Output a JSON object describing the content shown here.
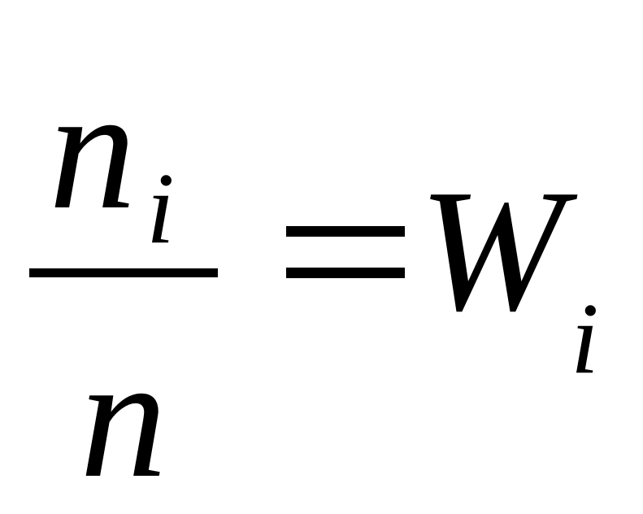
{
  "formula": {
    "numerator": "n",
    "numerator_subscript": "i",
    "denominator": "n",
    "rhs": "W",
    "rhs_subscript": "i",
    "equals": "="
  }
}
